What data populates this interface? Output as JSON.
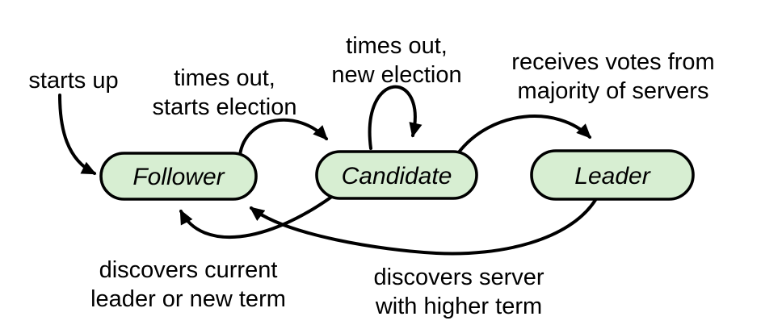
{
  "diagram": {
    "nodes": [
      {
        "id": "follower",
        "label": "Follower"
      },
      {
        "id": "candidate",
        "label": "Candidate"
      },
      {
        "id": "leader",
        "label": "Leader"
      }
    ],
    "transitions": [
      {
        "id": "starts-up",
        "from": "start",
        "to": "follower",
        "line1": "starts up"
      },
      {
        "id": "times-out-starts-election",
        "from": "follower",
        "to": "candidate",
        "line1": "times out,",
        "line2": "starts election"
      },
      {
        "id": "times-out-new-election",
        "from": "candidate",
        "to": "candidate",
        "line1": "times out,",
        "line2": "new election"
      },
      {
        "id": "receives-votes",
        "from": "candidate",
        "to": "leader",
        "line1": "receives votes from",
        "line2": "majority of servers"
      },
      {
        "id": "discovers-current-leader",
        "from": "candidate",
        "to": "follower",
        "line1": "discovers current",
        "line2": "leader or new term"
      },
      {
        "id": "discovers-higher-term",
        "from": "leader",
        "to": "follower",
        "line1": "discovers server",
        "line2": "with higher term"
      }
    ],
    "colors": {
      "node_fill": "#d7eed2",
      "stroke": "#000000",
      "background": "#ffffff"
    }
  }
}
